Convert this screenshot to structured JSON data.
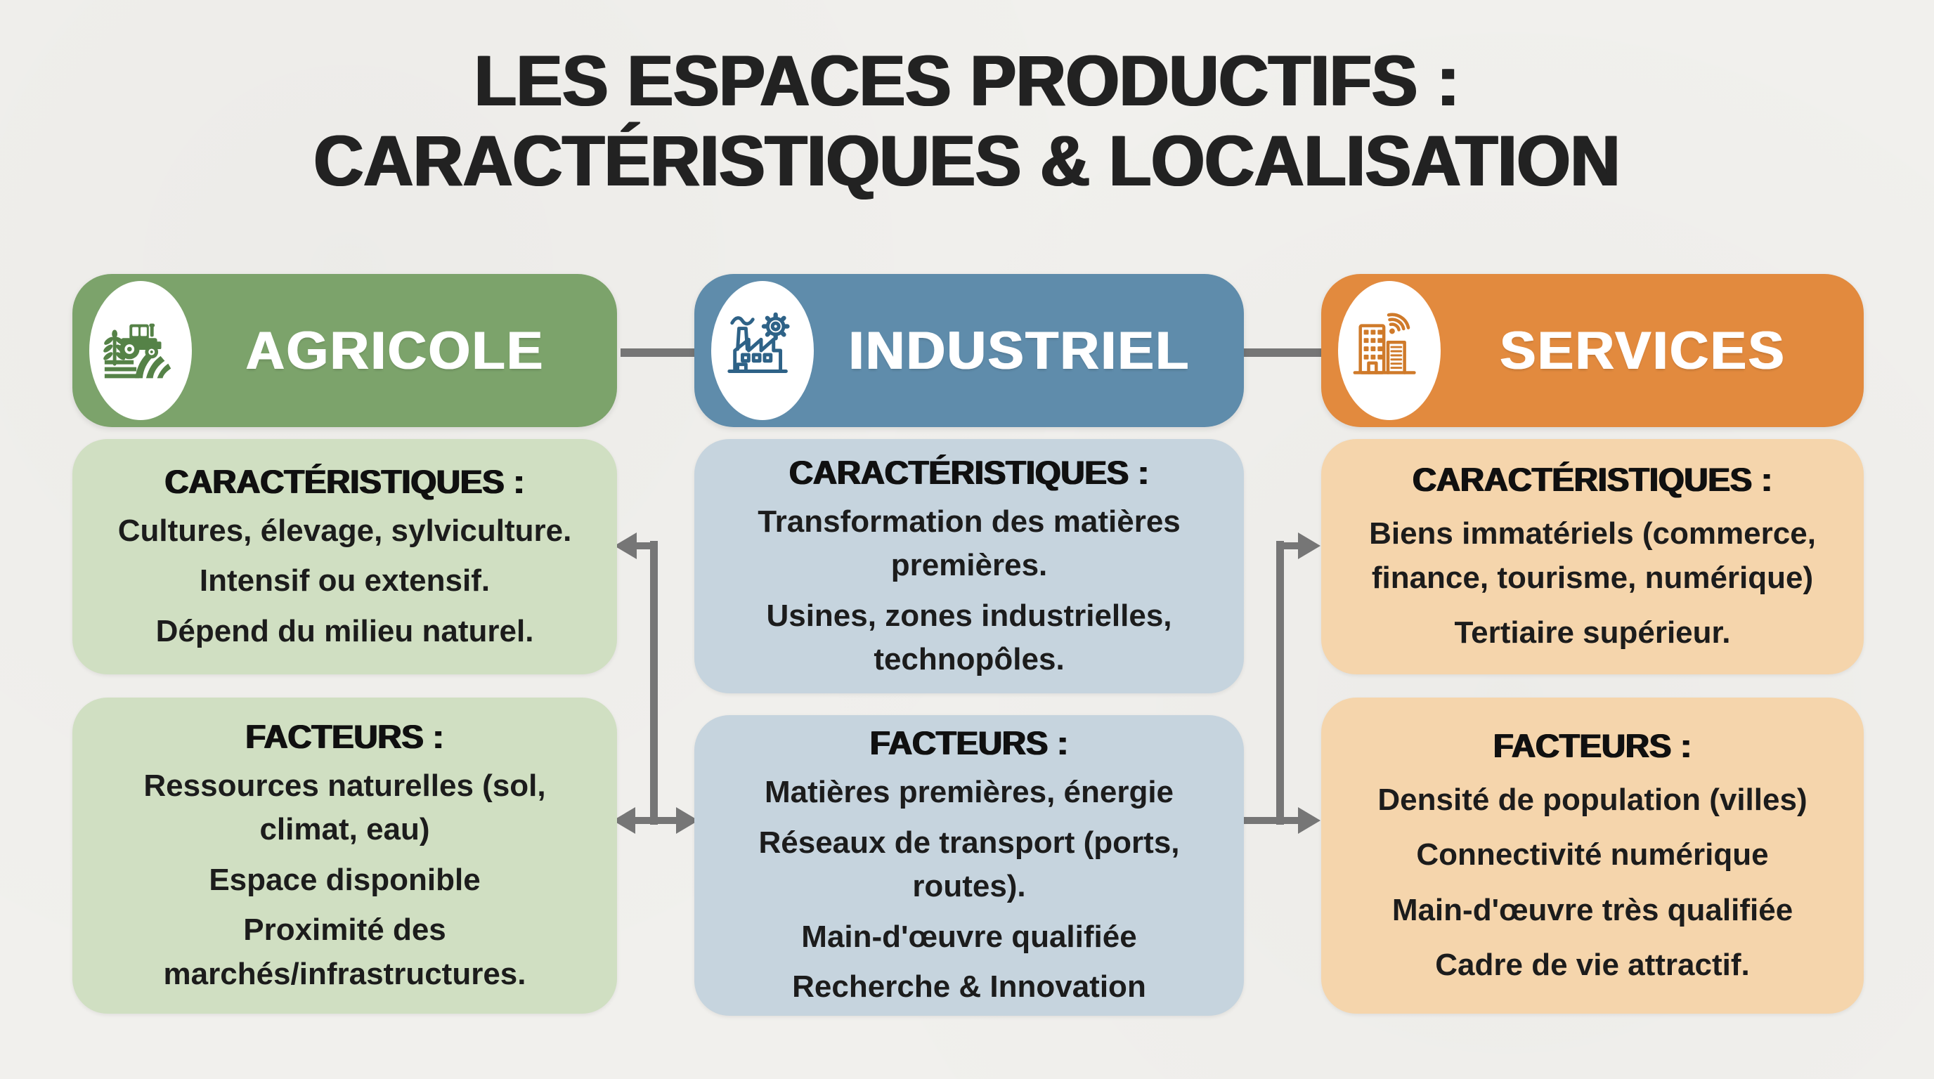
{
  "page": {
    "background": "#f1f0ed",
    "title_color": "#222222",
    "arrow_color": "#767676"
  },
  "title": {
    "line1": "LES ESPACES PRODUCTIFS :",
    "line2": "CARACTÉRISTIQUES & LOCALISATION"
  },
  "columns": [
    {
      "id": "agricole",
      "label": "AGRICOLE",
      "icon": "tractor-field-icon",
      "header_color": "#7ca36b",
      "box_color": "#d0dfc2",
      "icon_color": "#558247",
      "caracteristiques": {
        "heading": "CARACTÉRISTIQUES :",
        "items": [
          "Cultures, élevage, sylviculture.",
          "Intensif ou extensif.",
          "Dépend du milieu naturel."
        ]
      },
      "facteurs": {
        "heading": "FACTEURS :",
        "items": [
          "Ressources naturelles (sol, climat, eau)",
          "Espace disponible",
          "Proximité des marchés/infrastructures."
        ]
      }
    },
    {
      "id": "industriel",
      "label": "INDUSTRIEL",
      "icon": "factory-gear-icon",
      "header_color": "#5f8cab",
      "box_color": "#c6d4de",
      "icon_color": "#2e6287",
      "caracteristiques": {
        "heading": "CARACTÉRISTIQUES :",
        "items": [
          "Transformation des matières premières.",
          "Usines, zones industrielles, technopôles."
        ]
      },
      "facteurs": {
        "heading": "FACTEURS :",
        "items": [
          "Matières premières, énergie",
          "Réseaux de transport (ports, routes).",
          "Main-d'œuvre qualifiée",
          "Recherche & Innovation"
        ]
      }
    },
    {
      "id": "services",
      "label": "SERVICES",
      "icon": "buildings-wifi-icon",
      "header_color": "#e28a3e",
      "box_color": "#f5d5ac",
      "icon_color": "#cf7a2a",
      "caracteristiques": {
        "heading": "CARACTÉRISTIQUES :",
        "items": [
          "Biens immatériels (commerce, finance, tourisme, numérique)",
          "Tertiaire supérieur."
        ]
      },
      "facteurs": {
        "heading": "FACTEURS :",
        "items": [
          "Densité de population (villes)",
          "Connectivité numérique",
          "Main-d'œuvre très qualifiée",
          "Cadre de vie attractif."
        ]
      }
    }
  ]
}
